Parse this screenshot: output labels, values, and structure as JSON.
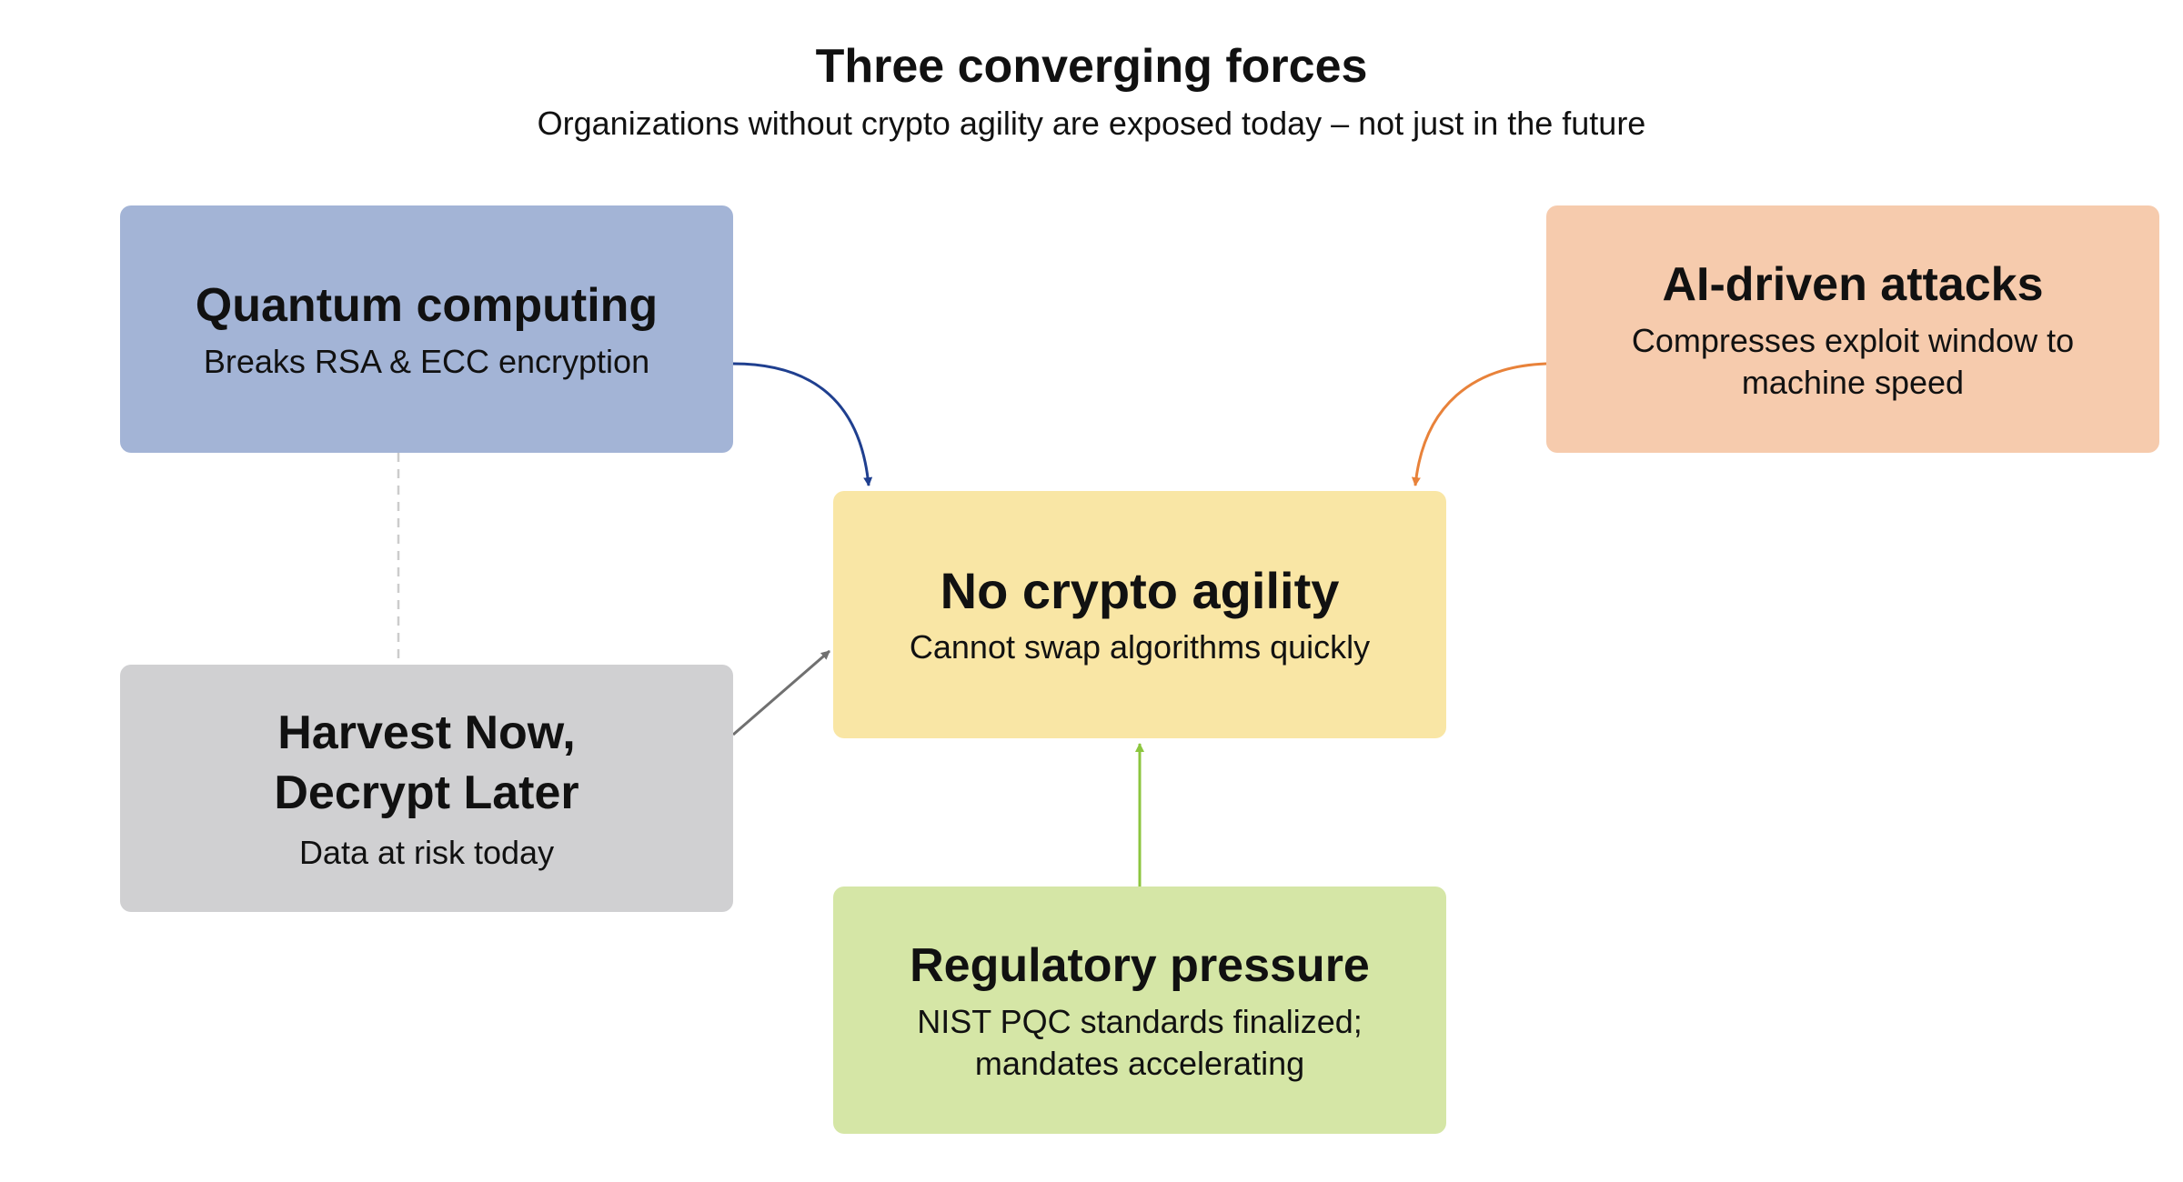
{
  "header": {
    "title": "Three converging forces",
    "subtitle": "Organizations without crypto agility are exposed today – not just in the future"
  },
  "nodes": {
    "quantum": {
      "title": "Quantum computing",
      "desc": "Breaks RSA & ECC encryption",
      "color": "#a3b4d6"
    },
    "ai": {
      "title": "AI-driven attacks",
      "desc_lines": [
        "Compresses exploit window to",
        "machine speed"
      ],
      "color": "#f6cbad"
    },
    "center": {
      "title": "No crypto agility",
      "desc": "Cannot swap algorithms quickly",
      "color": "#f9e6a5"
    },
    "harvest": {
      "title_lines": [
        "Harvest Now,",
        "Decrypt Later"
      ],
      "desc": "Data at risk today",
      "color": "#d0d0d2"
    },
    "regulatory": {
      "title": "Regulatory pressure",
      "desc_lines": [
        "NIST PQC standards finalized;",
        "mandates accelerating"
      ],
      "color": "#d5e6a6"
    }
  },
  "connector_colors": {
    "quantum": "#1f3f8f",
    "ai": "#e8823a",
    "harvest": "#707070",
    "regulatory": "#8cc63f",
    "dashed": "#cccccc"
  }
}
